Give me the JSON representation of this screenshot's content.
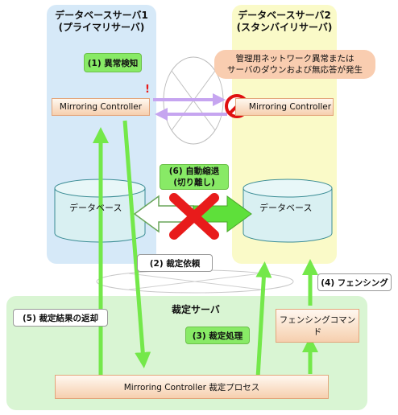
{
  "primary": {
    "title_line1": "データベースサーバ1",
    "title_line2": "(プライマリサーバ)"
  },
  "standby": {
    "title_line1": "データベースサーバ2",
    "title_line2": "(スタンバイリサーバ)"
  },
  "arbiter": {
    "title": "裁定サーバ"
  },
  "mc_primary": "Mirroring Controller",
  "mc_standby": "Mirroring Controller",
  "db_primary": "データベース",
  "db_standby": "データベース",
  "callout": {
    "line1": "管理用ネットワーク異常または",
    "line2": "サーバのダウンおよび無応答が発生"
  },
  "exclamation": "!",
  "labels": {
    "step1": "(1) 異常検知",
    "step2": "(2) 裁定依頼",
    "step3": "(3) 裁定処理",
    "step4": "(4) フェンシング",
    "step5": "(5) 裁定結果の返却",
    "step6_line1": "(6) 自動縮退",
    "step6_line2": "(切り離し)"
  },
  "fencing_command": "フェンシングコマンド",
  "arbitration_process": "Mirroring Controller 裁定プロセス",
  "colors": {
    "green_arrow": "#74e84a",
    "purple_arrow": "#c6a5f0",
    "red_x": "#e81b1b",
    "prohibit": "#e01010"
  }
}
